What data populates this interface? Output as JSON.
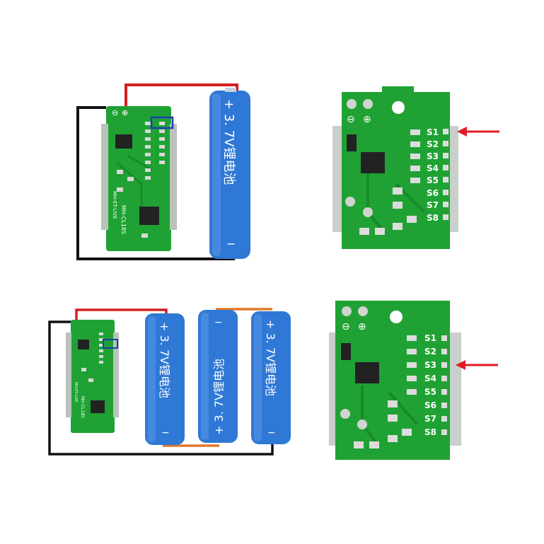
{
  "colors": {
    "pcb_green": "#1fa233",
    "pcb_dark": "#178a2a",
    "battery_blue": "#2f78d6",
    "wire_red": "#d51f1f",
    "wire_black": "#111111",
    "wire_orange": "#e0782a",
    "marker_blue": "#1d3fb0",
    "arrow_red": "#e31b23"
  },
  "battery_label": "+ 3. 7V锂电池",
  "battery_minus": "−",
  "pcb_model": "MH-CL18S",
  "pcb_model_alt": "MH-ET-LIVE",
  "polarity": {
    "minus": "⊖",
    "plus": "⊕"
  },
  "pads": [
    "S1",
    "S2",
    "S3",
    "S4",
    "S5",
    "S6",
    "S7",
    "S8"
  ],
  "panels": [
    {
      "name": "single-cell-wiring",
      "cells": 1
    },
    {
      "name": "s1-closeup",
      "arrow_target": "S1"
    },
    {
      "name": "three-cell-wiring",
      "cells": 3
    },
    {
      "name": "s3-closeup",
      "arrow_target": "S3"
    }
  ]
}
